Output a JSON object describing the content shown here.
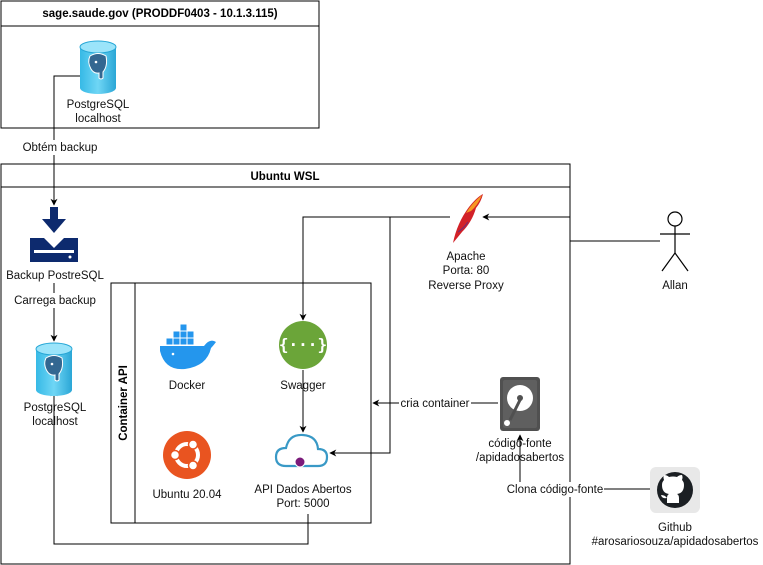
{
  "groups": {
    "sage": {
      "title": "sage.saude.gov (PRODDF0403 - 10.1.3.115)"
    },
    "ubuntu": {
      "title": "Ubuntu WSL"
    },
    "container": {
      "title": "Container API"
    }
  },
  "nodes": {
    "pg_source": {
      "line1": "PostgreSQL",
      "line2": "localhost",
      "icon": "postgresql-database-icon"
    },
    "backup": {
      "line1": "Backup PostreSQL",
      "icon": "download-storage-icon"
    },
    "pg_local": {
      "line1": "PostgreSQL",
      "line2": "localhost",
      "icon": "postgresql-database-icon"
    },
    "docker": {
      "line1": "Docker",
      "icon": "docker-whale-icon"
    },
    "swagger": {
      "line1": "Swagger",
      "icon": "swagger-icon"
    },
    "ubuntu": {
      "line1": "Ubuntu 20.04",
      "icon": "ubuntu-logo-icon"
    },
    "api": {
      "line1": "API Dados Abertos",
      "line2": "Port: 5000",
      "icon": "cloud-api-icon"
    },
    "apache": {
      "line1": "Apache",
      "line2": "Porta: 80",
      "line3": "Reverse Proxy",
      "icon": "apache-feather-icon"
    },
    "allan": {
      "line1": "Allan",
      "icon": "user-stick-figure-icon"
    },
    "source": {
      "line1": "código-fonte",
      "line2": "/apidadosabertos",
      "icon": "hard-disk-icon"
    },
    "github": {
      "line1": "Github",
      "line2": "#arosariosouza/apidadosabertos",
      "icon": "github-logo-icon"
    }
  },
  "edges": {
    "obtem_backup": "Obtém backup",
    "carrega_backup": "Carrega backup",
    "cria_container": "cria container",
    "clona": "Clona código-fonte"
  },
  "colors": {
    "docker_blue": "#2496ed",
    "swagger_green": "#6ba539",
    "ubuntu_orange": "#e95420",
    "backup_navy": "#0d2a6e",
    "pg_cyan": "#3fc3ee",
    "pg_blue": "#336791",
    "cloud_blue": "#3999c6",
    "api_purple": "#7a1a7a"
  }
}
